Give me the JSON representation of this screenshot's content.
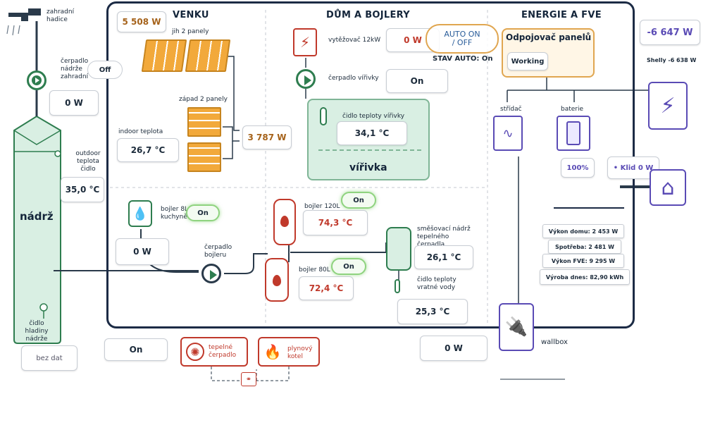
{
  "sections": {
    "outside": "VENKU",
    "house": "DŮM A BOJLERY",
    "energy": "ENERGIE A FVE"
  },
  "left": {
    "hose_label": "zahradní hadice",
    "pump_label": "čerpadlo nádrže zahradní",
    "pump_state": "Off",
    "pump_power": "0 W",
    "tank_label": "nádrž",
    "outdoor_sensor_label": "outdoor teplota čidlo",
    "outdoor_temp": "35,0 °C",
    "level_sensor_label": "čidlo hladiny nádrže",
    "level_value": "bez dat"
  },
  "outside": {
    "total_power": "5 508 W",
    "south_label": "jih 2 panely",
    "west_label": "západ 2 panely",
    "west_power": "3 787 W",
    "indoor_label": "indoor teplota",
    "indoor_temp": "26,7 °C"
  },
  "house": {
    "extractor_label": "vytěžovač 12kW",
    "extractor_power": "0 W",
    "auto_label": "AUTO ON / OFF",
    "auto_state": "STAV AUTO: On",
    "whirlpool_pump_label": "čerpadlo vířivky",
    "whirlpool_pump_state": "On",
    "whirlpool_sensor_label": "čidlo teploty vířivky",
    "whirlpool_temp": "34,1 °C",
    "whirlpool_label": "vířivka",
    "boiler8_label": "bojler 8L kuchyně",
    "boiler8_state": "On",
    "boiler8_power": "0 W",
    "boiler_pump_label": "čerpadlo bojleru",
    "boiler120_label": "bojler 120L",
    "boiler120_state": "On",
    "boiler120_temp": "74,3 °C",
    "boiler80_label": "bojler 80L",
    "boiler80_state": "On",
    "boiler80_temp": "72,4 °C",
    "mix_label": "směšovací nádrž tepelného čerpadla",
    "mix_temp": "26,1 °C",
    "return_label": "čidlo teploty vratné vody",
    "return_temp": "25,3 °C"
  },
  "energy": {
    "disconnector_label": "Odpojovač panelů",
    "disconnector_state": "Working",
    "inverter_label": "střídač",
    "battery_label": "baterie",
    "battery_level": "100%",
    "grid_power": "-6 647 W",
    "shelly_label": "Shelly -6 638 W",
    "home_state": "• Klid 0 W",
    "house_power": "Výkon domu: 2 453 W",
    "consumption": "Spotřeba: 2 481 W",
    "pv_power": "Výkon FVE: 9 295 W",
    "production_today": "Výroba dnes: 82,90 kWh",
    "wallbox_label": "wallbox",
    "wallbox_power": "0 W"
  },
  "bottom": {
    "heatpump_state": "On",
    "heatpump_label": "tepelné čerpadlo",
    "gas_label": "plynový kotel"
  },
  "colors": {
    "frame": "#1c2b45",
    "solar": "#f2a93b",
    "green_icon": "#2e7d4f",
    "red_icon": "#c0392b",
    "purple_icon": "#5a4bb5",
    "water": "#d9efe3",
    "orange_border": "#e0a650"
  }
}
